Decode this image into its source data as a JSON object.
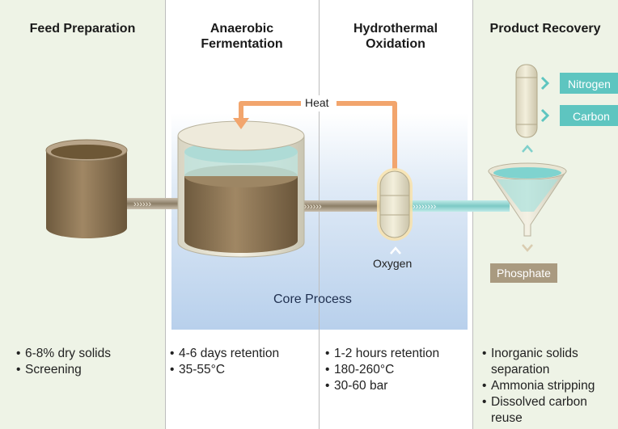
{
  "columns": [
    {
      "title": "Feed Preparation",
      "bullets": [
        "6-8% dry solids",
        "Screening"
      ]
    },
    {
      "title": "Anaerobic\nFermentation",
      "bullets": [
        "4-6 days retention",
        "35-55°C"
      ]
    },
    {
      "title": "Hydrothermal\nOxidation",
      "bullets": [
        "1-2 hours retention",
        "180-260°C",
        "30-60 bar"
      ]
    },
    {
      "title": "Product Recovery",
      "bullets": [
        "Inorganic solids separation",
        "Ammonia stripping",
        "Dissolved carbon reuse"
      ]
    }
  ],
  "labels": {
    "heat": "Heat",
    "oxygen": "Oxygen",
    "core_process": "Core Process",
    "nitrogen": "Nitrogen",
    "carbon": "Carbon",
    "phosphate": "Phosphate"
  },
  "colors": {
    "panel_green": "#eef3e6",
    "core_blue": "#c9dcf0",
    "sludge_brown": "#8a7252",
    "heat_orange": "#f2a56d",
    "teal_tag": "#5ec5c0",
    "phosphate_tag": "#a99a80"
  }
}
